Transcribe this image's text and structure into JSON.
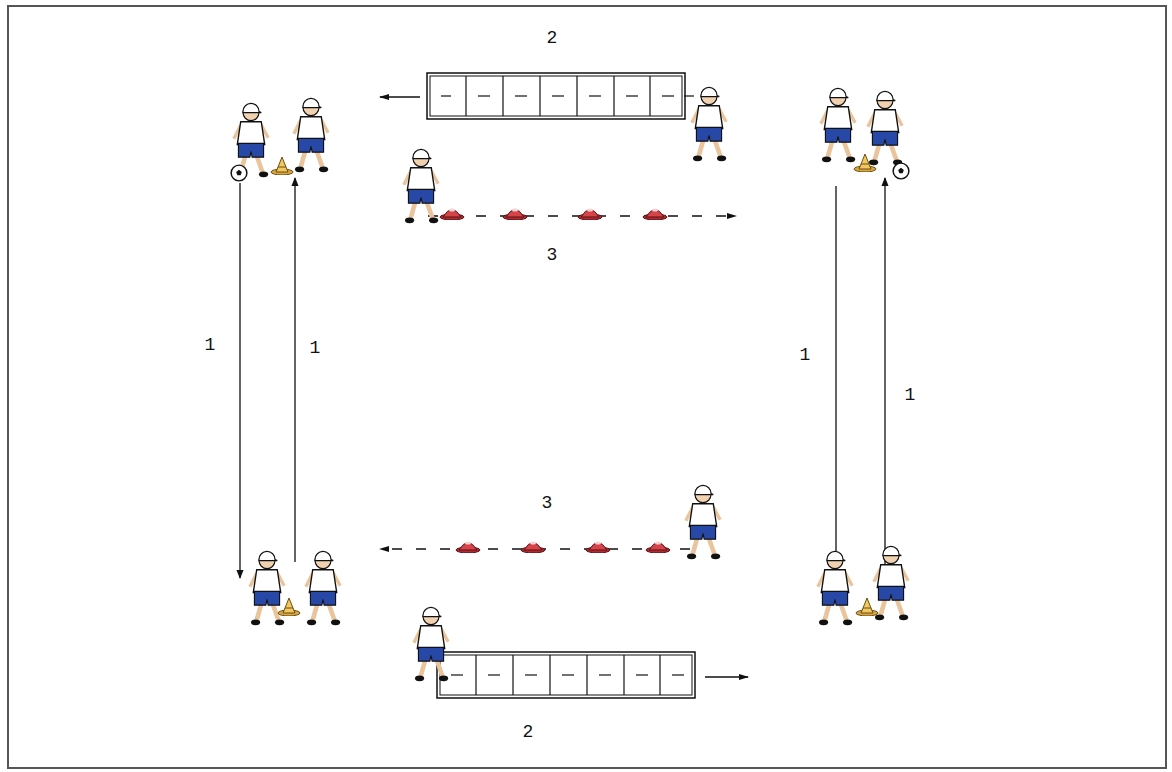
{
  "diagram": {
    "labels": [
      "2",
      "3",
      "1",
      "1",
      "1",
      "1",
      "3",
      "2"
    ]
  }
}
